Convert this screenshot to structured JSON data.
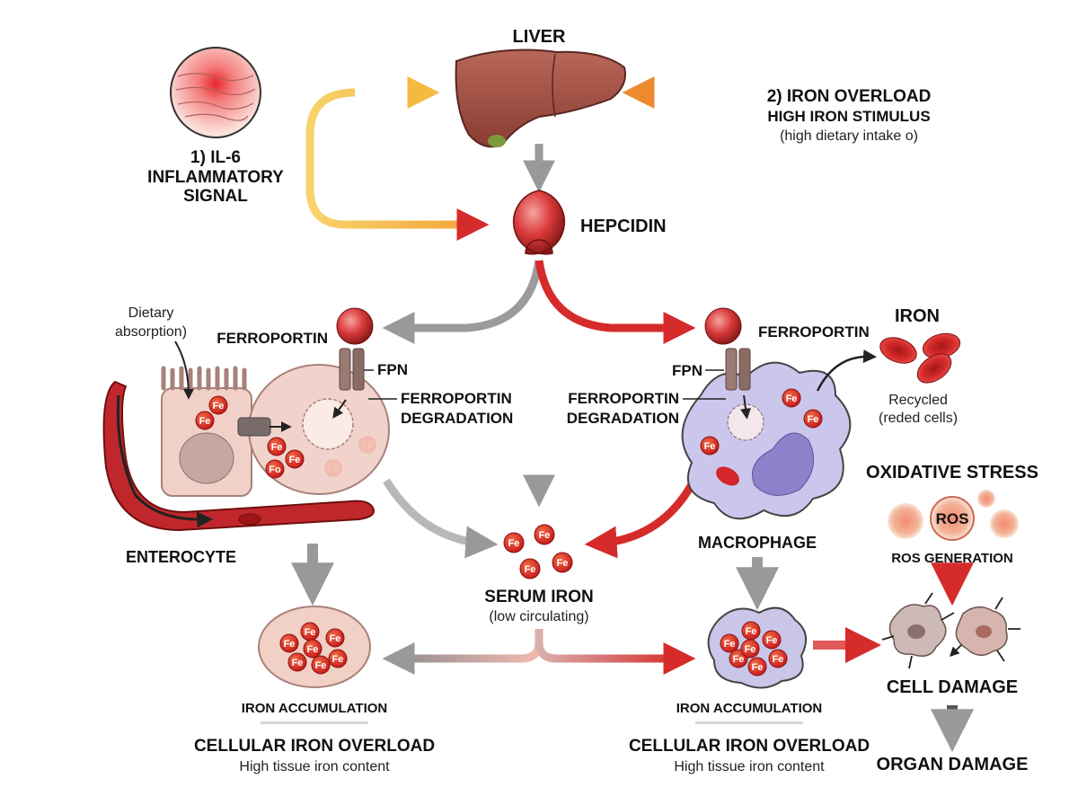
{
  "labels": {
    "liver": "LIVER",
    "il6_line1": "1) IL-6",
    "il6_line2": "INFLAMMATORY",
    "il6_line3": "SIGNAL",
    "iron_overload_line1": "2) IRON OVERLOAD",
    "iron_overload_line2": "HIGH IRON STIMULUS",
    "iron_overload_line3": "(high dietary intake o)",
    "hepcidin": "HEPCIDIN",
    "dietary_line1": "Dietary",
    "dietary_line2": "absorption)",
    "ferroportin_left": "FERROPORTIN",
    "fpn_left": "FPN",
    "degradation_left_line1": "FERROPORTIN",
    "degradation_left_line2": "DEGRADATION",
    "enterocyte": "ENTEROCYTE",
    "ferroportin_right": "FERROPORTIN",
    "fpn_right": "FPN",
    "degradation_right_line1": "FERROPORTIN",
    "degradation_right_line2": "DEGRADATION",
    "iron": "IRON",
    "recycled_line1": "Recycled",
    "recycled_line2": "(reded cells)",
    "macrophage": "MACROPHAGE",
    "oxidative_stress": "OXIDATIVE STRESS",
    "ros": "ROS",
    "ros_generation": "ROS GENERATION",
    "serum_iron": "SERUM IRON",
    "serum_iron_sub": "(low circulating)",
    "iron_accum_left": "IRON ACCUMULATION",
    "cellular_overload_left": "CELLULAR IRON OVERLOAD",
    "high_tissue_left": "High tissue iron content",
    "iron_accum_right": "IRON ACCUMULATION",
    "cellular_overload_right": "CELLULAR IRON OVERLOAD",
    "high_tissue_right": "High tissue iron content",
    "cell_damage": "CELL DAMAGE",
    "organ_damage": "ORGAN DAMAGE",
    "fe": "Fe",
    "fe_faded_alt": "F8",
    "fe_typo": "Fo"
  },
  "colors": {
    "red": "#d62b2b",
    "orange": "#f0a030",
    "yellow": "#f7c548",
    "gray": "#9b9b9b",
    "liver": "#9b4d3e",
    "macrophage": "#c9c6ea",
    "enterocyte": "#f0d0c6"
  },
  "icons": [
    "inflamed-tissue-icon",
    "liver-icon",
    "hepcidin-icon",
    "blood-vessel-icon",
    "red-blood-cell-icon",
    "ros-icon",
    "damaged-cell-icon"
  ]
}
